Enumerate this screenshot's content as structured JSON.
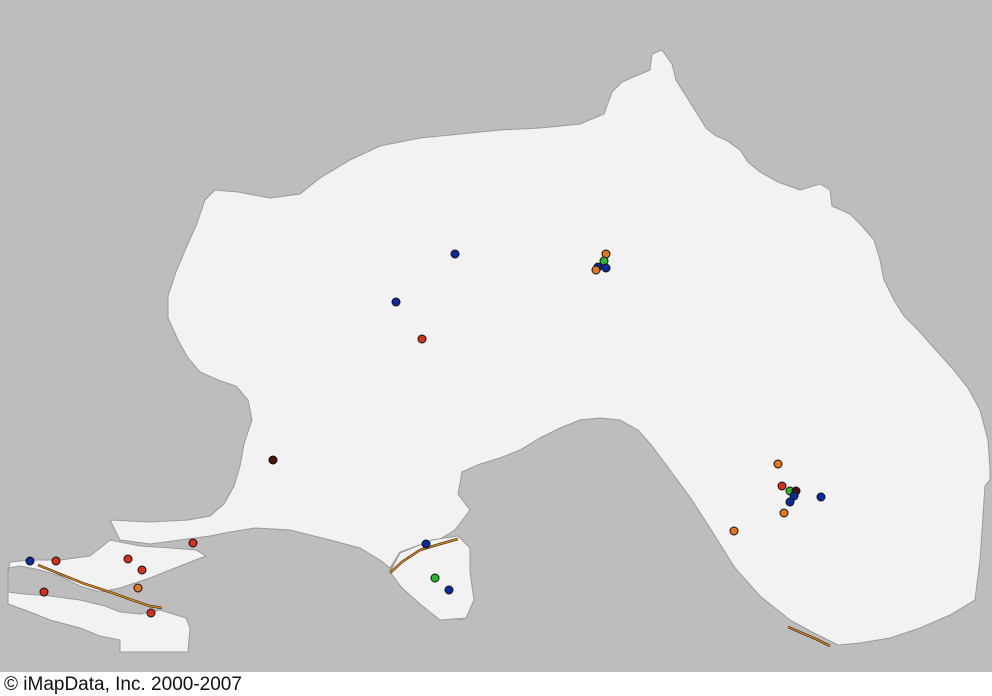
{
  "map": {
    "copyright": "© iMapData, Inc. 2000-2007",
    "colors": {
      "background": "#bdbdbd",
      "region": "#f2f2f2",
      "coast": "#999999",
      "route_orange": "#e0891c",
      "route_dark": "#3a2a10"
    },
    "markers": [
      {
        "id": "m1",
        "color": "blue"
      },
      {
        "id": "m2",
        "color": "blue"
      },
      {
        "id": "m3",
        "color": "red"
      },
      {
        "id": "m4",
        "color": "orange"
      },
      {
        "id": "m5",
        "color": "green"
      },
      {
        "id": "m6",
        "color": "blue"
      },
      {
        "id": "m7",
        "color": "blue"
      },
      {
        "id": "m8",
        "color": "orange"
      },
      {
        "id": "m9",
        "color": "dark-brown"
      },
      {
        "id": "m10",
        "color": "orange"
      },
      {
        "id": "m11",
        "color": "red"
      },
      {
        "id": "m12",
        "color": "green"
      },
      {
        "id": "m13",
        "color": "dark-brown"
      },
      {
        "id": "m14",
        "color": "blue"
      },
      {
        "id": "m15",
        "color": "blue"
      },
      {
        "id": "m16",
        "color": "orange"
      },
      {
        "id": "m17",
        "color": "orange"
      },
      {
        "id": "m18",
        "color": "red"
      },
      {
        "id": "m19",
        "color": "blue"
      },
      {
        "id": "m20",
        "color": "green"
      },
      {
        "id": "m21",
        "color": "blue"
      },
      {
        "id": "m22",
        "color": "red"
      },
      {
        "id": "m23",
        "color": "red"
      },
      {
        "id": "m24",
        "color": "red"
      },
      {
        "id": "m25",
        "color": "orange"
      },
      {
        "id": "m26",
        "color": "red"
      },
      {
        "id": "m27",
        "color": "blue"
      },
      {
        "id": "m28",
        "color": "red"
      },
      {
        "id": "m29",
        "color": "blue"
      }
    ],
    "marker_colors": {
      "blue": "#0b2a9c",
      "red": "#d4301c",
      "orange": "#e3761f",
      "green": "#27b82a",
      "dark-brown": "#4a140a"
    }
  }
}
